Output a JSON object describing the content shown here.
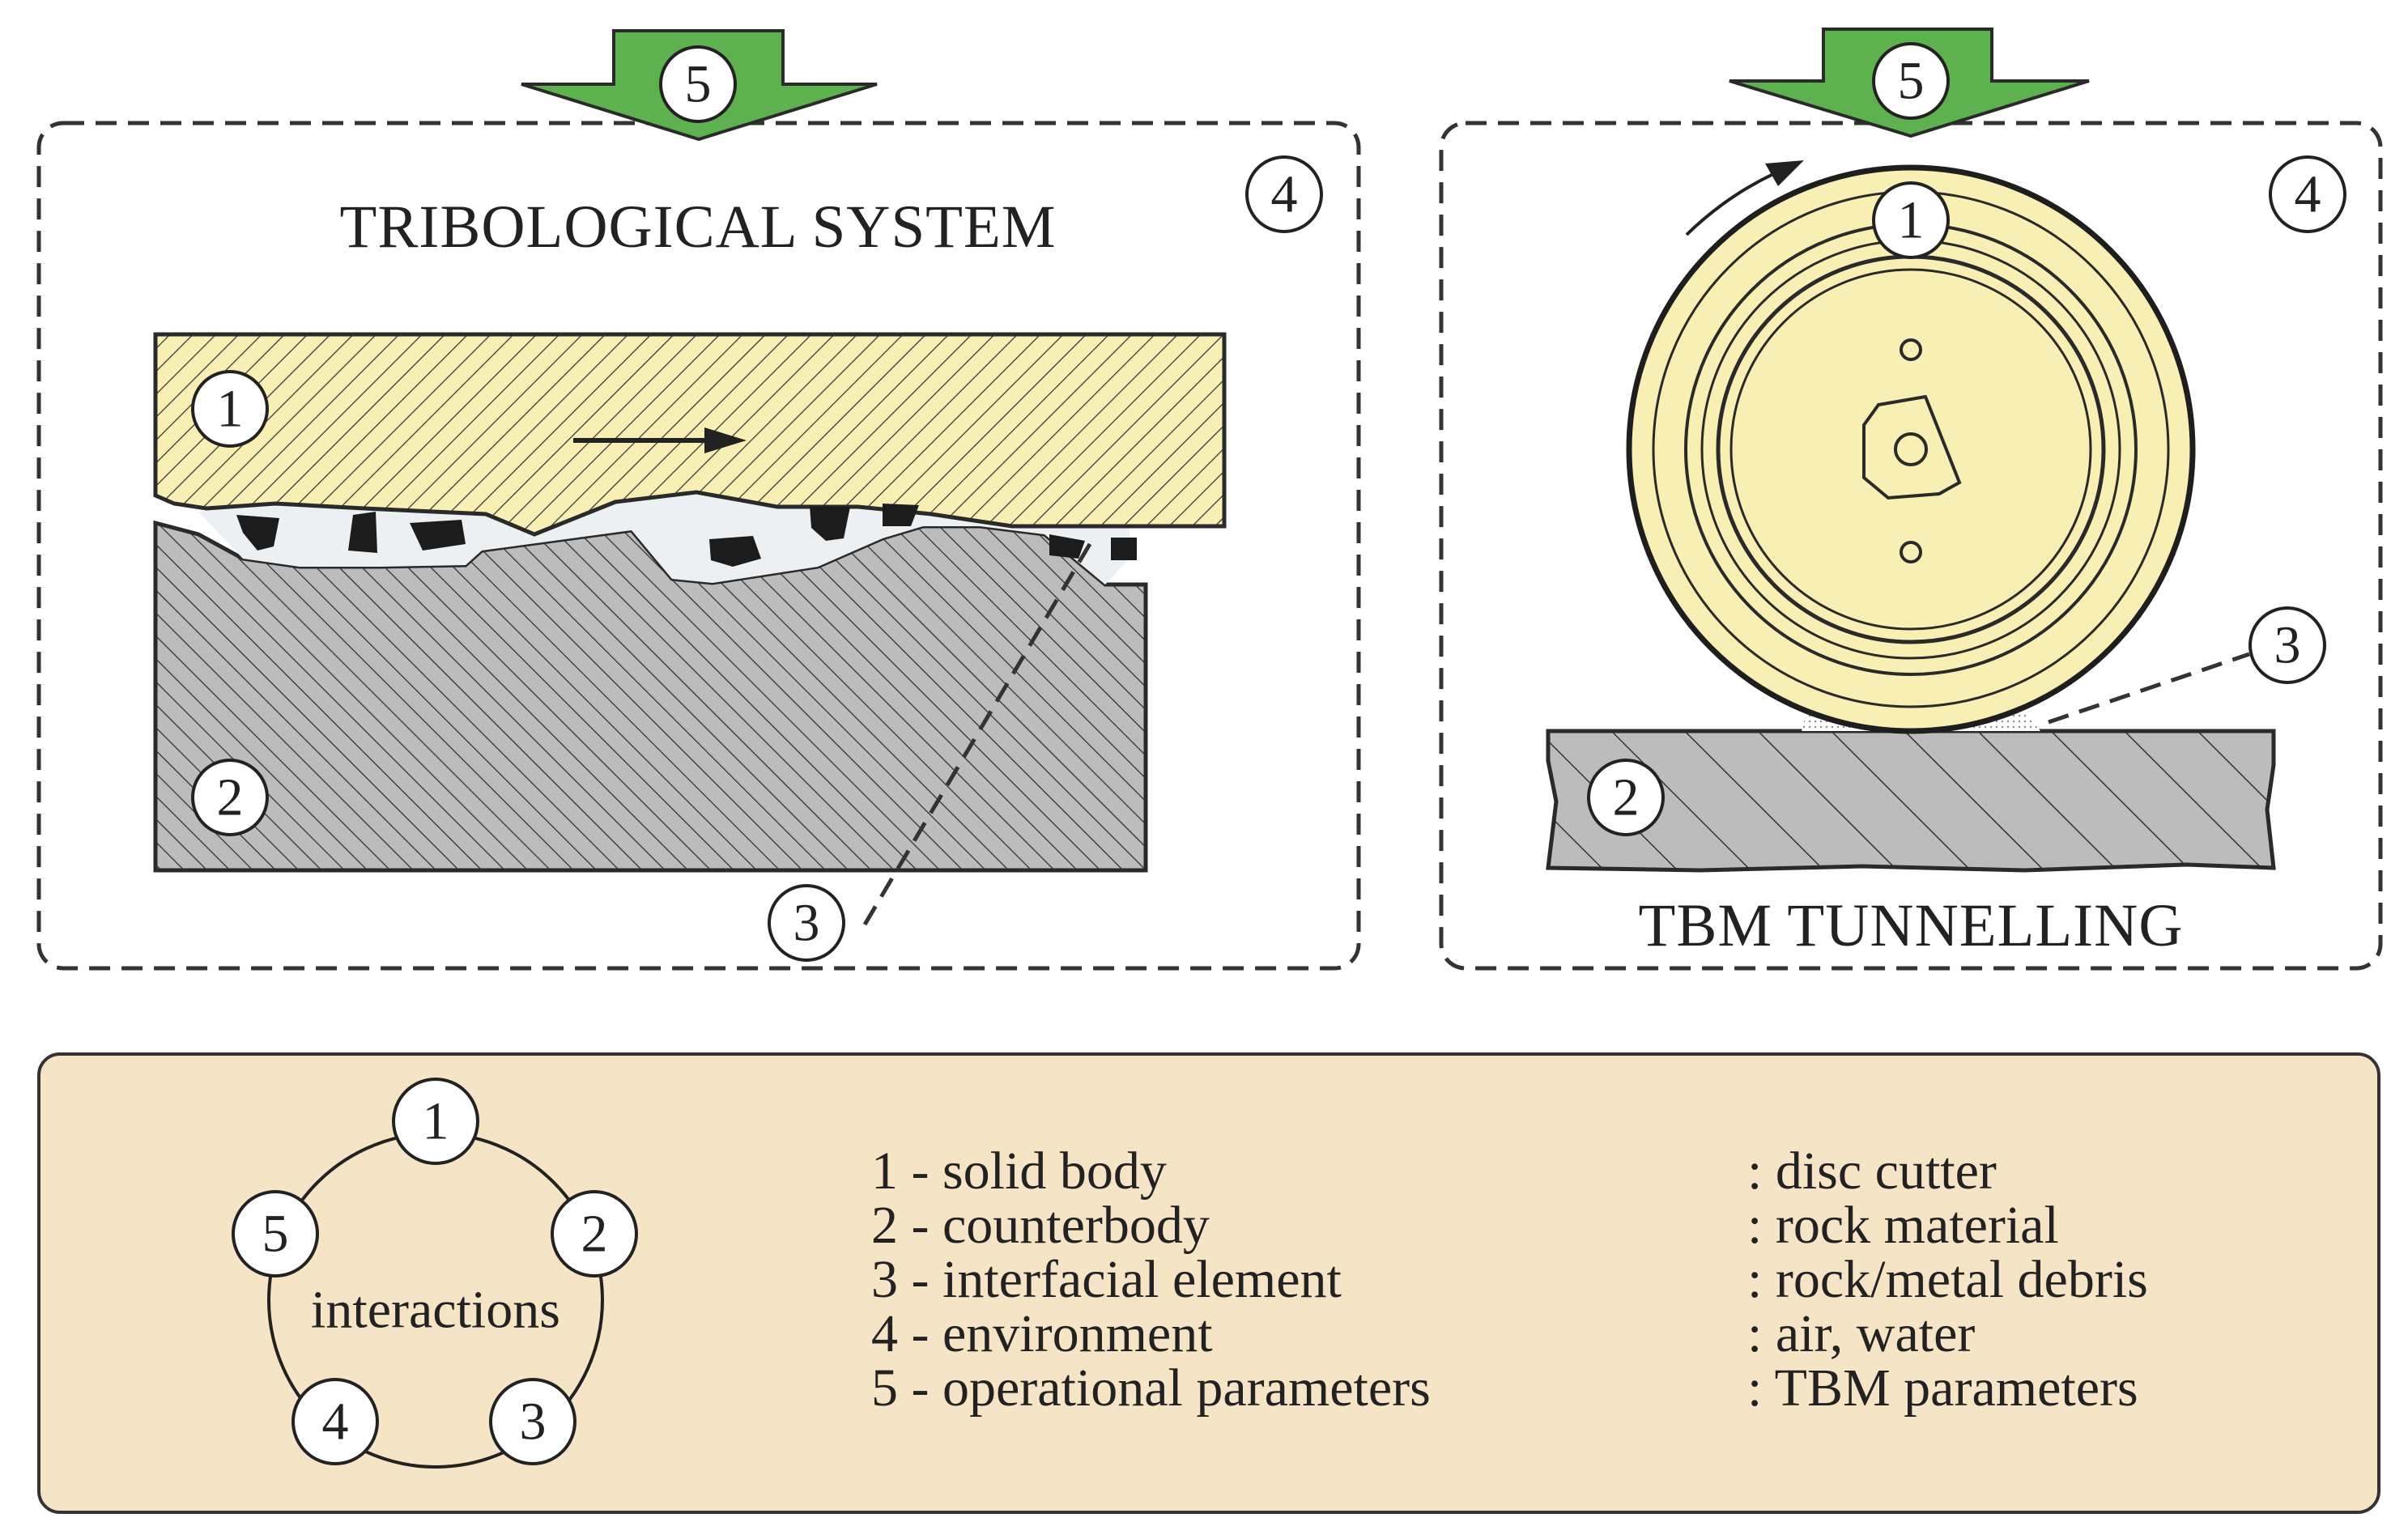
{
  "left_panel": {
    "title": "TRIBOLOGICAL SYSTEM",
    "markers": {
      "m1": "1",
      "m2": "2",
      "m3": "3",
      "m4": "4",
      "m5": "5"
    }
  },
  "right_panel": {
    "title": "TBM TUNNELLING",
    "markers": {
      "m1": "1",
      "m2": "2",
      "m3": "3",
      "m4": "4",
      "m5": "5"
    }
  },
  "interactions": {
    "label": "interactions",
    "nodes": [
      "1",
      "2",
      "3",
      "4",
      "5"
    ]
  },
  "legend": {
    "items": [
      {
        "term": "1 - solid body",
        "example": ": disc cutter"
      },
      {
        "term": "2 - counterbody",
        "example": ": rock material"
      },
      {
        "term": "3 - interfacial element",
        "example": ": rock/metal debris"
      },
      {
        "term": "4 - environment",
        "example": ": air, water"
      },
      {
        "term": "5 - operational parameters",
        "example": ": TBM parameters"
      }
    ]
  },
  "colors": {
    "panel_bg": "#e8eaeb",
    "solid_body": "#f8efb4",
    "counterbody": "#bcbcbc",
    "arrow": "#5db14f",
    "legend_bg": "#f6e4c6"
  }
}
